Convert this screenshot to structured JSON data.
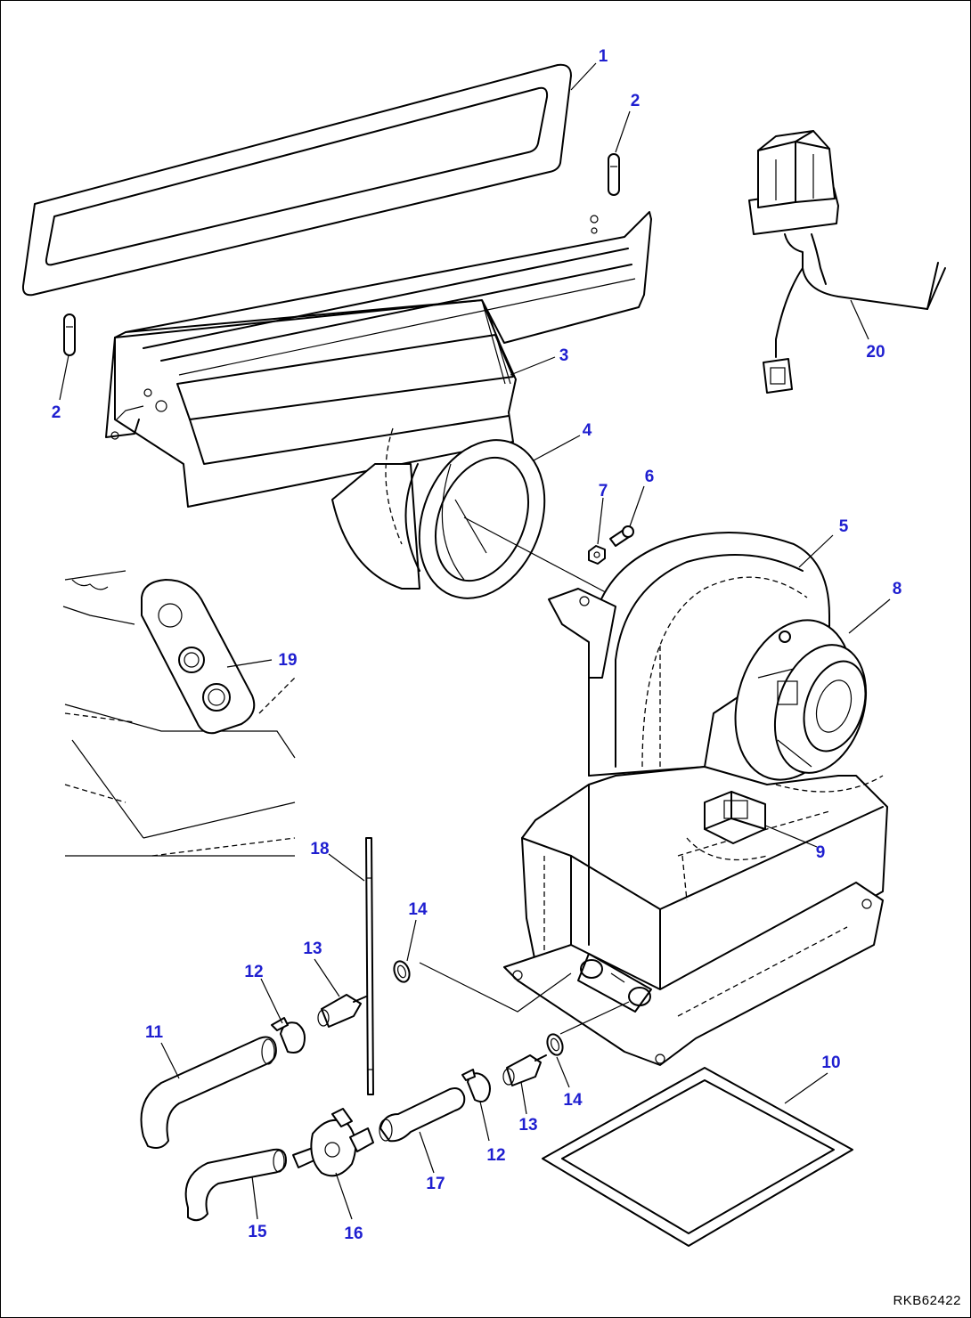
{
  "reference_code": "RKB62422",
  "callouts": [
    {
      "id": "c1",
      "label": "1"
    },
    {
      "id": "c2a",
      "label": "2"
    },
    {
      "id": "c2b",
      "label": "2"
    },
    {
      "id": "c3",
      "label": "3"
    },
    {
      "id": "c4",
      "label": "4"
    },
    {
      "id": "c5",
      "label": "5"
    },
    {
      "id": "c6",
      "label": "6"
    },
    {
      "id": "c7",
      "label": "7"
    },
    {
      "id": "c8",
      "label": "8"
    },
    {
      "id": "c9",
      "label": "9"
    },
    {
      "id": "c10",
      "label": "10"
    },
    {
      "id": "c11",
      "label": "11"
    },
    {
      "id": "c12a",
      "label": "12"
    },
    {
      "id": "c12b",
      "label": "12"
    },
    {
      "id": "c13a",
      "label": "13"
    },
    {
      "id": "c13b",
      "label": "13"
    },
    {
      "id": "c14a",
      "label": "14"
    },
    {
      "id": "c14b",
      "label": "14"
    },
    {
      "id": "c15",
      "label": "15"
    },
    {
      "id": "c16",
      "label": "16"
    },
    {
      "id": "c17",
      "label": "17"
    },
    {
      "id": "c18",
      "label": "18"
    },
    {
      "id": "c19",
      "label": "19"
    },
    {
      "id": "c20",
      "label": "20"
    }
  ],
  "colors": {
    "callout": "#1f1fd0",
    "line": "#000000",
    "background": "#ffffff"
  }
}
